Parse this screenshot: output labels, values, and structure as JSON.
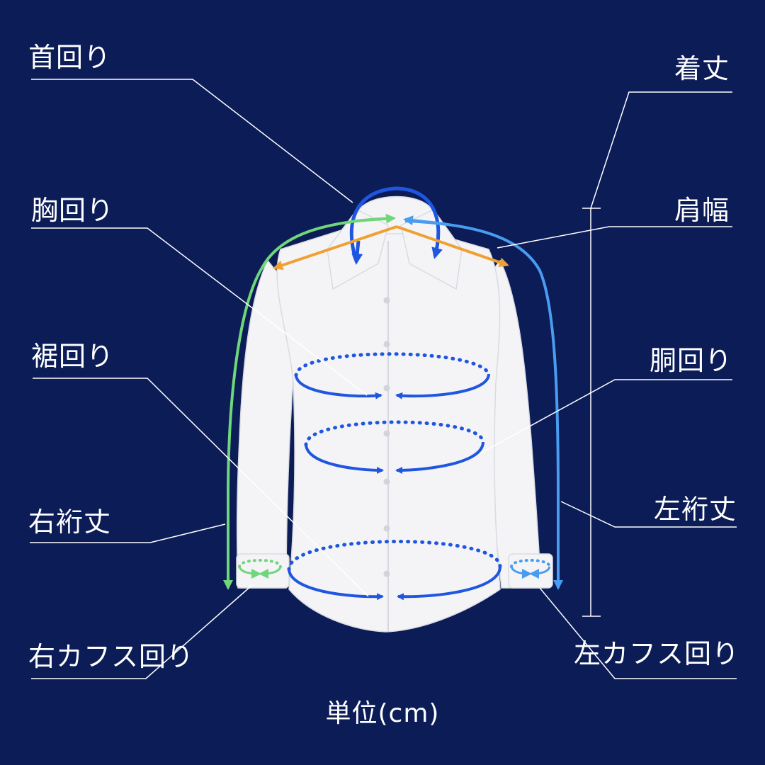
{
  "labels": {
    "neck": "首回り",
    "chest": "胸回り",
    "hem": "裾回り",
    "right_sleeve": "右裄丈",
    "right_cuff": "右カフス回り",
    "length": "着丈",
    "shoulder": "肩幅",
    "waist": "胴回り",
    "left_sleeve": "左裄丈",
    "left_cuff": "左カフス回り"
  },
  "unit": "単位(cm)",
  "colors": {
    "background": "#0b1c57",
    "shirt": "#f4f4f6",
    "leader_line": "#ffffff",
    "body_arrow": "#1f56e0",
    "right_sleeve_arrow": "#6fd67a",
    "left_sleeve_arrow": "#4a9cf0",
    "shoulder_arrow": "#f0a032"
  }
}
